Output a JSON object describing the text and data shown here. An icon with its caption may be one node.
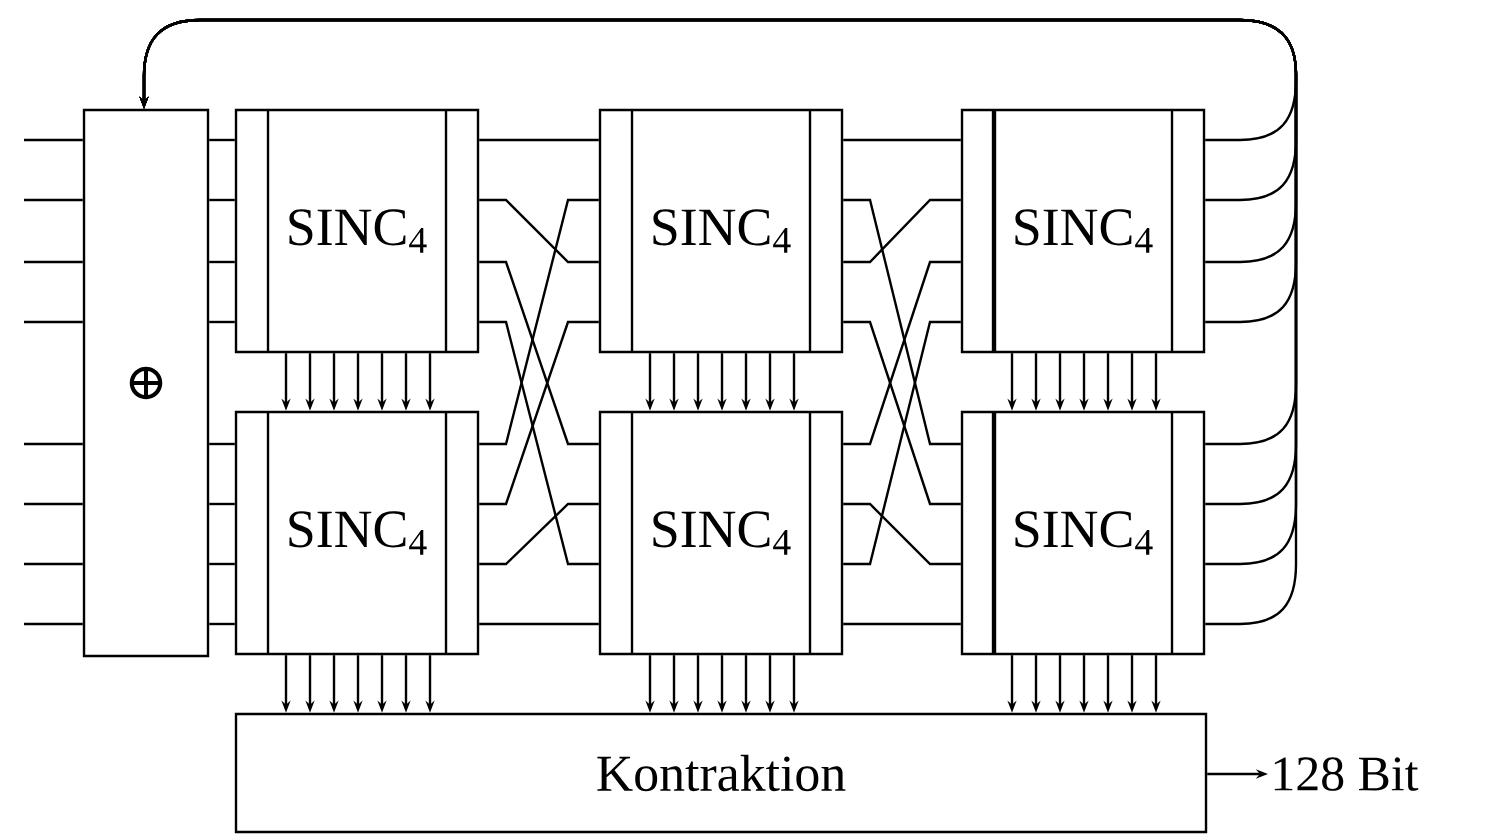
{
  "diagram": {
    "nodes": [
      {
        "text": [
          "⊕"
        ]
      },
      {
        "text": [
          "SINC$_{4}$"
        ]
      },
      {
        "text": [
          "SINC$_{4}$"
        ]
      },
      {
        "text": [
          "SINC$_{4}$"
        ]
      },
      {
        "text": [
          "SINC$_{4}$"
        ]
      },
      {
        "text": [
          "SINC$_{4}$"
        ]
      },
      {
        "text": [
          "SINC$_{4}$"
        ]
      },
      {
        "text": [
          "Kontraktion"
        ]
      },
      {
        "text": [
          "128 Bit"
        ]
      }
    ],
    "edges": [
      {
        "from": null,
        "to": 0,
        "arrow": "none"
      },
      {
        "from": null,
        "to": 0,
        "arrow": "none"
      },
      {
        "from": null,
        "to": 0,
        "arrow": "none"
      },
      {
        "from": null,
        "to": 0,
        "arrow": "none"
      },
      {
        "from": null,
        "to": 0,
        "arrow": "none"
      },
      {
        "from": null,
        "to": 0,
        "arrow": "none"
      },
      {
        "from": null,
        "to": 0,
        "arrow": "none"
      },
      {
        "from": null,
        "to": 0,
        "arrow": "none"
      },
      {
        "from": 0,
        "to": 1,
        "arrow": "none"
      },
      {
        "from": 0,
        "to": 1,
        "arrow": "none"
      },
      {
        "from": 0,
        "to": 1,
        "arrow": "none"
      },
      {
        "from": 0,
        "to": 1,
        "arrow": "none"
      },
      {
        "from": 0,
        "to": 2,
        "arrow": "none"
      },
      {
        "from": 0,
        "to": 2,
        "arrow": "none"
      },
      {
        "from": 0,
        "to": 2,
        "arrow": "none"
      },
      {
        "from": 0,
        "to": 2,
        "arrow": "none"
      },
      {
        "from": 1,
        "to": 3,
        "arrow": "none"
      },
      {
        "from": 1,
        "to": 3,
        "arrow": "none"
      },
      {
        "from": 1,
        "to": 4,
        "arrow": "none"
      },
      {
        "from": 1,
        "to": 4,
        "arrow": "none"
      },
      {
        "from": 2,
        "to": 3,
        "arrow": "none"
      },
      {
        "from": 2,
        "to": 3,
        "arrow": "none"
      },
      {
        "from": 2,
        "to": 4,
        "arrow": "none"
      },
      {
        "from": 2,
        "to": 4,
        "arrow": "none"
      },
      {
        "from": 3,
        "to": 5,
        "arrow": "none"
      },
      {
        "from": 3,
        "to": 5,
        "arrow": "none"
      },
      {
        "from": 3,
        "to": 6,
        "arrow": "none"
      },
      {
        "from": 3,
        "to": 6,
        "arrow": "none"
      },
      {
        "from": 4,
        "to": 5,
        "arrow": "none"
      },
      {
        "from": 4,
        "to": 5,
        "arrow": "none"
      },
      {
        "from": 4,
        "to": 6,
        "arrow": "none"
      },
      {
        "from": 4,
        "to": 6,
        "arrow": "none"
      },
      {
        "from": 1,
        "to": 2,
        "arrow": "to"
      },
      {
        "from": 1,
        "to": 2,
        "arrow": "to"
      },
      {
        "from": 1,
        "to": 2,
        "arrow": "to"
      },
      {
        "from": 1,
        "to": 2,
        "arrow": "to"
      },
      {
        "from": 1,
        "to": 2,
        "arrow": "to"
      },
      {
        "from": 1,
        "to": 2,
        "arrow": "to"
      },
      {
        "from": 1,
        "to": 2,
        "arrow": "to"
      },
      {
        "from": 3,
        "to": 4,
        "arrow": "to"
      },
      {
        "from": 3,
        "to": 4,
        "arrow": "to"
      },
      {
        "from": 3,
        "to": 4,
        "arrow": "to"
      },
      {
        "from": 3,
        "to": 4,
        "arrow": "to"
      },
      {
        "from": 3,
        "to": 4,
        "arrow": "to"
      },
      {
        "from": 3,
        "to": 4,
        "arrow": "to"
      },
      {
        "from": 3,
        "to": 4,
        "arrow": "to"
      },
      {
        "from": 5,
        "to": 6,
        "arrow": "to"
      },
      {
        "from": 5,
        "to": 6,
        "arrow": "to"
      },
      {
        "from": 5,
        "to": 6,
        "arrow": "to"
      },
      {
        "from": 5,
        "to": 6,
        "arrow": "to"
      },
      {
        "from": 5,
        "to": 6,
        "arrow": "to"
      },
      {
        "from": 5,
        "to": 6,
        "arrow": "to"
      },
      {
        "from": 5,
        "to": 6,
        "arrow": "to"
      },
      {
        "from": 2,
        "to": 7,
        "arrow": "to"
      },
      {
        "from": 2,
        "to": 7,
        "arrow": "to"
      },
      {
        "from": 2,
        "to": 7,
        "arrow": "to"
      },
      {
        "from": 2,
        "to": 7,
        "arrow": "to"
      },
      {
        "from": 2,
        "to": 7,
        "arrow": "to"
      },
      {
        "from": 2,
        "to": 7,
        "arrow": "to"
      },
      {
        "from": 2,
        "to": 7,
        "arrow": "to"
      },
      {
        "from": 4,
        "to": 7,
        "arrow": "to"
      },
      {
        "from": 4,
        "to": 7,
        "arrow": "to"
      },
      {
        "from": 4,
        "to": 7,
        "arrow": "to"
      },
      {
        "from": 4,
        "to": 7,
        "arrow": "to"
      },
      {
        "from": 4,
        "to": 7,
        "arrow": "to"
      },
      {
        "from": 4,
        "to": 7,
        "arrow": "to"
      },
      {
        "from": 4,
        "to": 7,
        "arrow": "to"
      },
      {
        "from": 6,
        "to": 7,
        "arrow": "to"
      },
      {
        "from": 6,
        "to": 7,
        "arrow": "to"
      },
      {
        "from": 6,
        "to": 7,
        "arrow": "to"
      },
      {
        "from": 6,
        "to": 7,
        "arrow": "to"
      },
      {
        "from": 6,
        "to": 7,
        "arrow": "to"
      },
      {
        "from": 6,
        "to": 7,
        "arrow": "to"
      },
      {
        "from": 6,
        "to": 7,
        "arrow": "to"
      },
      {
        "from": 5,
        "to": 0,
        "arrow": "to"
      },
      {
        "from": 5,
        "to": 0,
        "arrow": "to"
      },
      {
        "from": 5,
        "to": 0,
        "arrow": "to"
      },
      {
        "from": 5,
        "to": 0,
        "arrow": "to"
      },
      {
        "from": 6,
        "to": 0,
        "arrow": "to"
      },
      {
        "from": 6,
        "to": 0,
        "arrow": "to"
      },
      {
        "from": 6,
        "to": 0,
        "arrow": "to"
      },
      {
        "from": 6,
        "to": 0,
        "arrow": "to"
      },
      {
        "from": 7,
        "to": 8,
        "arrow": "to"
      }
    ]
  }
}
